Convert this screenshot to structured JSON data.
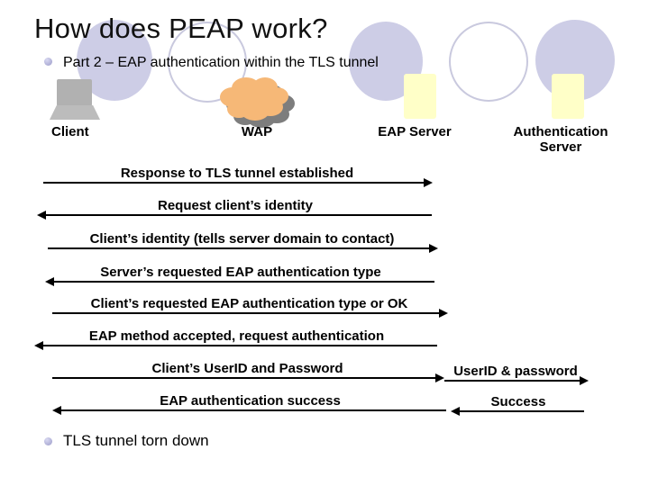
{
  "slide": {
    "title": "How does PEAP work?",
    "bullet_top": "Part 2 – EAP authentication within the TLS tunnel",
    "bullet_bottom": "TLS tunnel torn down"
  },
  "actors": [
    {
      "name": "Client",
      "icon": "computer-icon"
    },
    {
      "name": "WAP",
      "icon": "cloud-icon"
    },
    {
      "name": "EAP Server",
      "icon": "server-icon"
    },
    {
      "name": "Authentication Server",
      "icon": "server-icon"
    }
  ],
  "messages": [
    {
      "label": "Response to TLS tunnel established",
      "direction": "right",
      "from": "Client",
      "to": "EAP Server"
    },
    {
      "label": "Request client’s identity",
      "direction": "left",
      "from": "EAP Server",
      "to": "Client"
    },
    {
      "label": "Client’s identity (tells server domain to contact)",
      "direction": "right",
      "from": "Client",
      "to": "EAP Server"
    },
    {
      "label": "Server’s requested EAP authentication type",
      "direction": "left",
      "from": "EAP Server",
      "to": "Client"
    },
    {
      "label": "Client’s requested EAP authentication type or OK",
      "direction": "right",
      "from": "Client",
      "to": "EAP Server"
    },
    {
      "label": "EAP method accepted, request authentication",
      "direction": "left",
      "from": "EAP Server",
      "to": "Client"
    },
    {
      "label": "Client’s UserID and Password",
      "direction": "right",
      "side_label": "UserID & password",
      "side_direction": "right"
    },
    {
      "label": "EAP authentication success",
      "direction": "left",
      "side_label": "Success",
      "side_direction": "left"
    }
  ],
  "colors": {
    "circle_lavender": "#cdcde6",
    "cloud_orange": "#f6b877",
    "cloud_shadow": "#7d7d7d",
    "server_yellow": "#ffffc8",
    "client_gray": "#b1b1b1",
    "arrow": "#000000"
  }
}
